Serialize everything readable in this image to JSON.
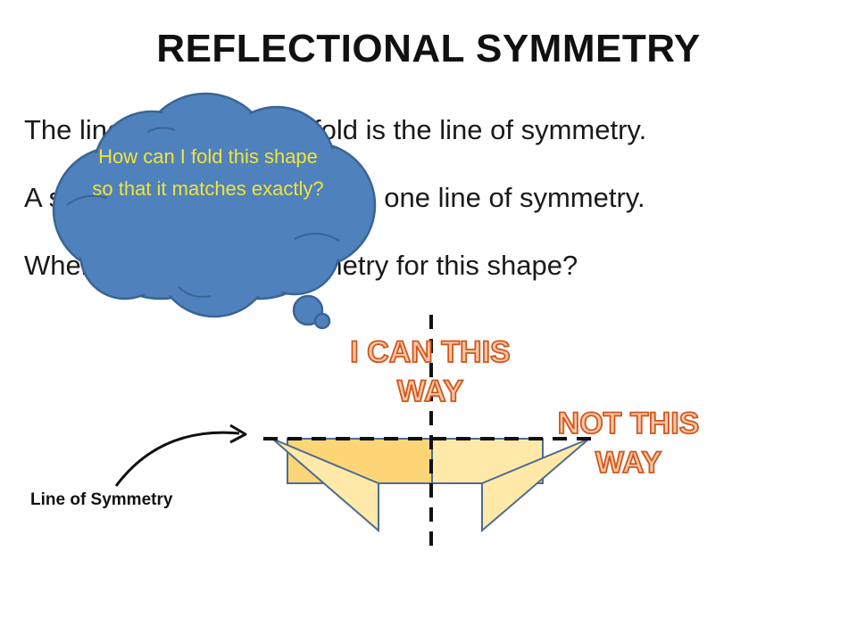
{
  "slide": {
    "title": "REFLECTIONAL SYMMETRY",
    "lines": [
      "The line created by the fold is the line of symmetry.",
      "A shape can have more than one line of symmetry.",
      "Where is the line of symmetry for this shape?"
    ]
  },
  "callout": {
    "text": "How can I fold this shape so that it matches exactly?",
    "fill_color": "#4f81bd",
    "text_color": "#f2e534"
  },
  "annotations": {
    "correct": "I CAN THIS WAY",
    "incorrect": "NOT THIS WAY",
    "line_label": "Line of Symmetry",
    "wordart_fill": "#f8c6a6",
    "wordart_stroke": "#d2561a"
  },
  "shape": {
    "fill_color": "#ffe9a8",
    "folded_fill_color": "#fcd676",
    "outline_color": "#4f6b8f"
  }
}
